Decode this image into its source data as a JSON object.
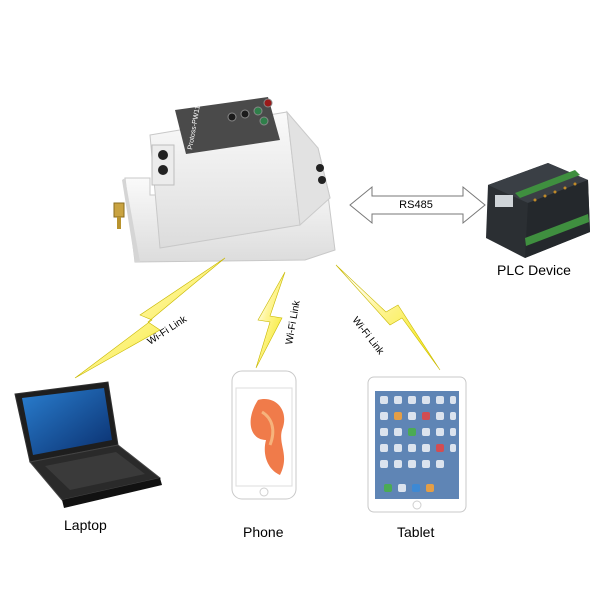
{
  "gateway": {
    "brand_text": "Protoss-PW11",
    "antenna": "antenna-icon"
  },
  "link": {
    "rs485_label": "RS485",
    "wifi_label": "Wi-Fi Link"
  },
  "devices": {
    "laptop_label": "Laptop",
    "phone_label": "Phone",
    "tablet_label": "Tablet",
    "plc_label": "PLC Device"
  },
  "colors": {
    "lightning": "#f5ef2a",
    "lightning_edge": "#c8b800",
    "gateway_body": "#f1f1f1",
    "plc_body": "#2b2f33",
    "plc_terminal": "#3f8f3f"
  }
}
